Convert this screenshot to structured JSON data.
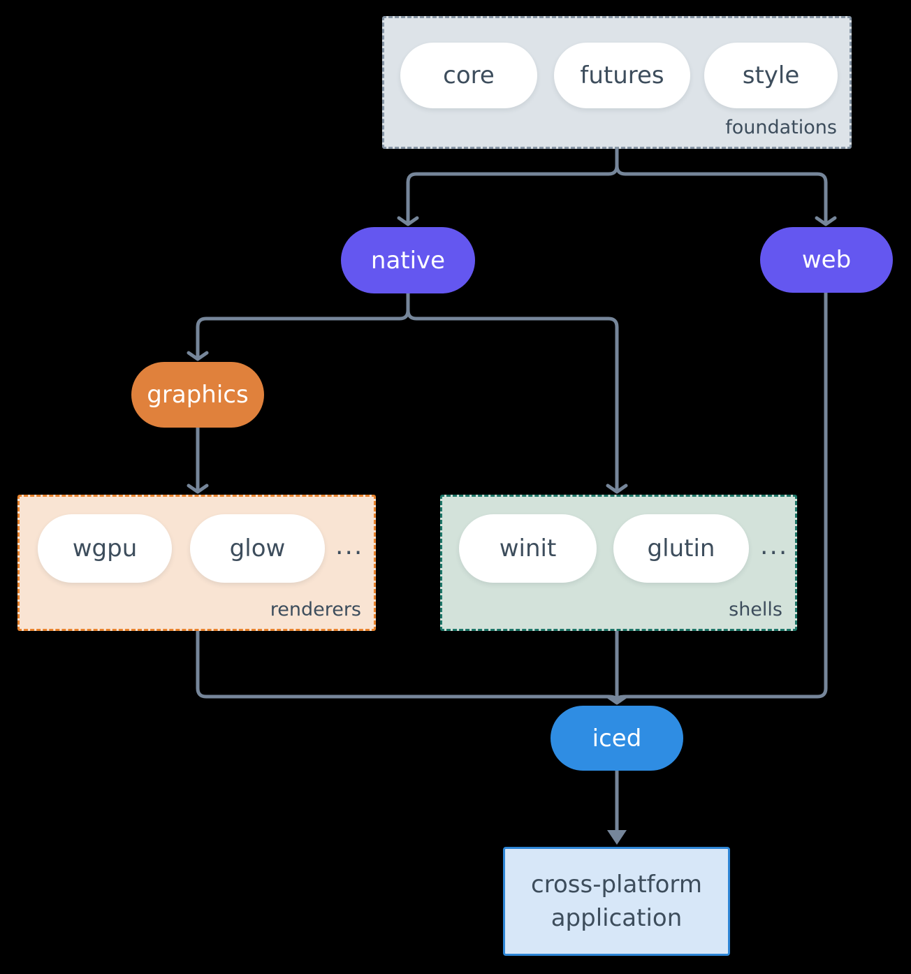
{
  "colors": {
    "bg": "#000000",
    "arrow": "#76869a",
    "ink": "#3d4d5c",
    "pill-white": "#ffffff",
    "purple": "#6457f0",
    "orange": "#e0813c",
    "blue": "#2f8de3",
    "foundations-fill": "#dde3e8",
    "foundations-border": "#8695a5",
    "renderers-fill": "#f9e4d3",
    "renderers-border": "#e8832e",
    "shells-fill": "#d3e2da",
    "shells-border": "#1e7668",
    "app-fill": "#d7e7f8",
    "app-border": "#2e86d6"
  },
  "groups": {
    "foundations": {
      "label": "foundations",
      "pills": [
        "core",
        "futures",
        "style"
      ]
    },
    "renderers": {
      "label": "renderers",
      "pills": [
        "wgpu",
        "glow"
      ],
      "ellipsis": "..."
    },
    "shells": {
      "label": "shells",
      "pills": [
        "winit",
        "glutin"
      ],
      "ellipsis": "..."
    }
  },
  "nodes": {
    "native": "native",
    "web": "web",
    "graphics": "graphics",
    "iced": "iced",
    "application": "cross-platform application"
  }
}
